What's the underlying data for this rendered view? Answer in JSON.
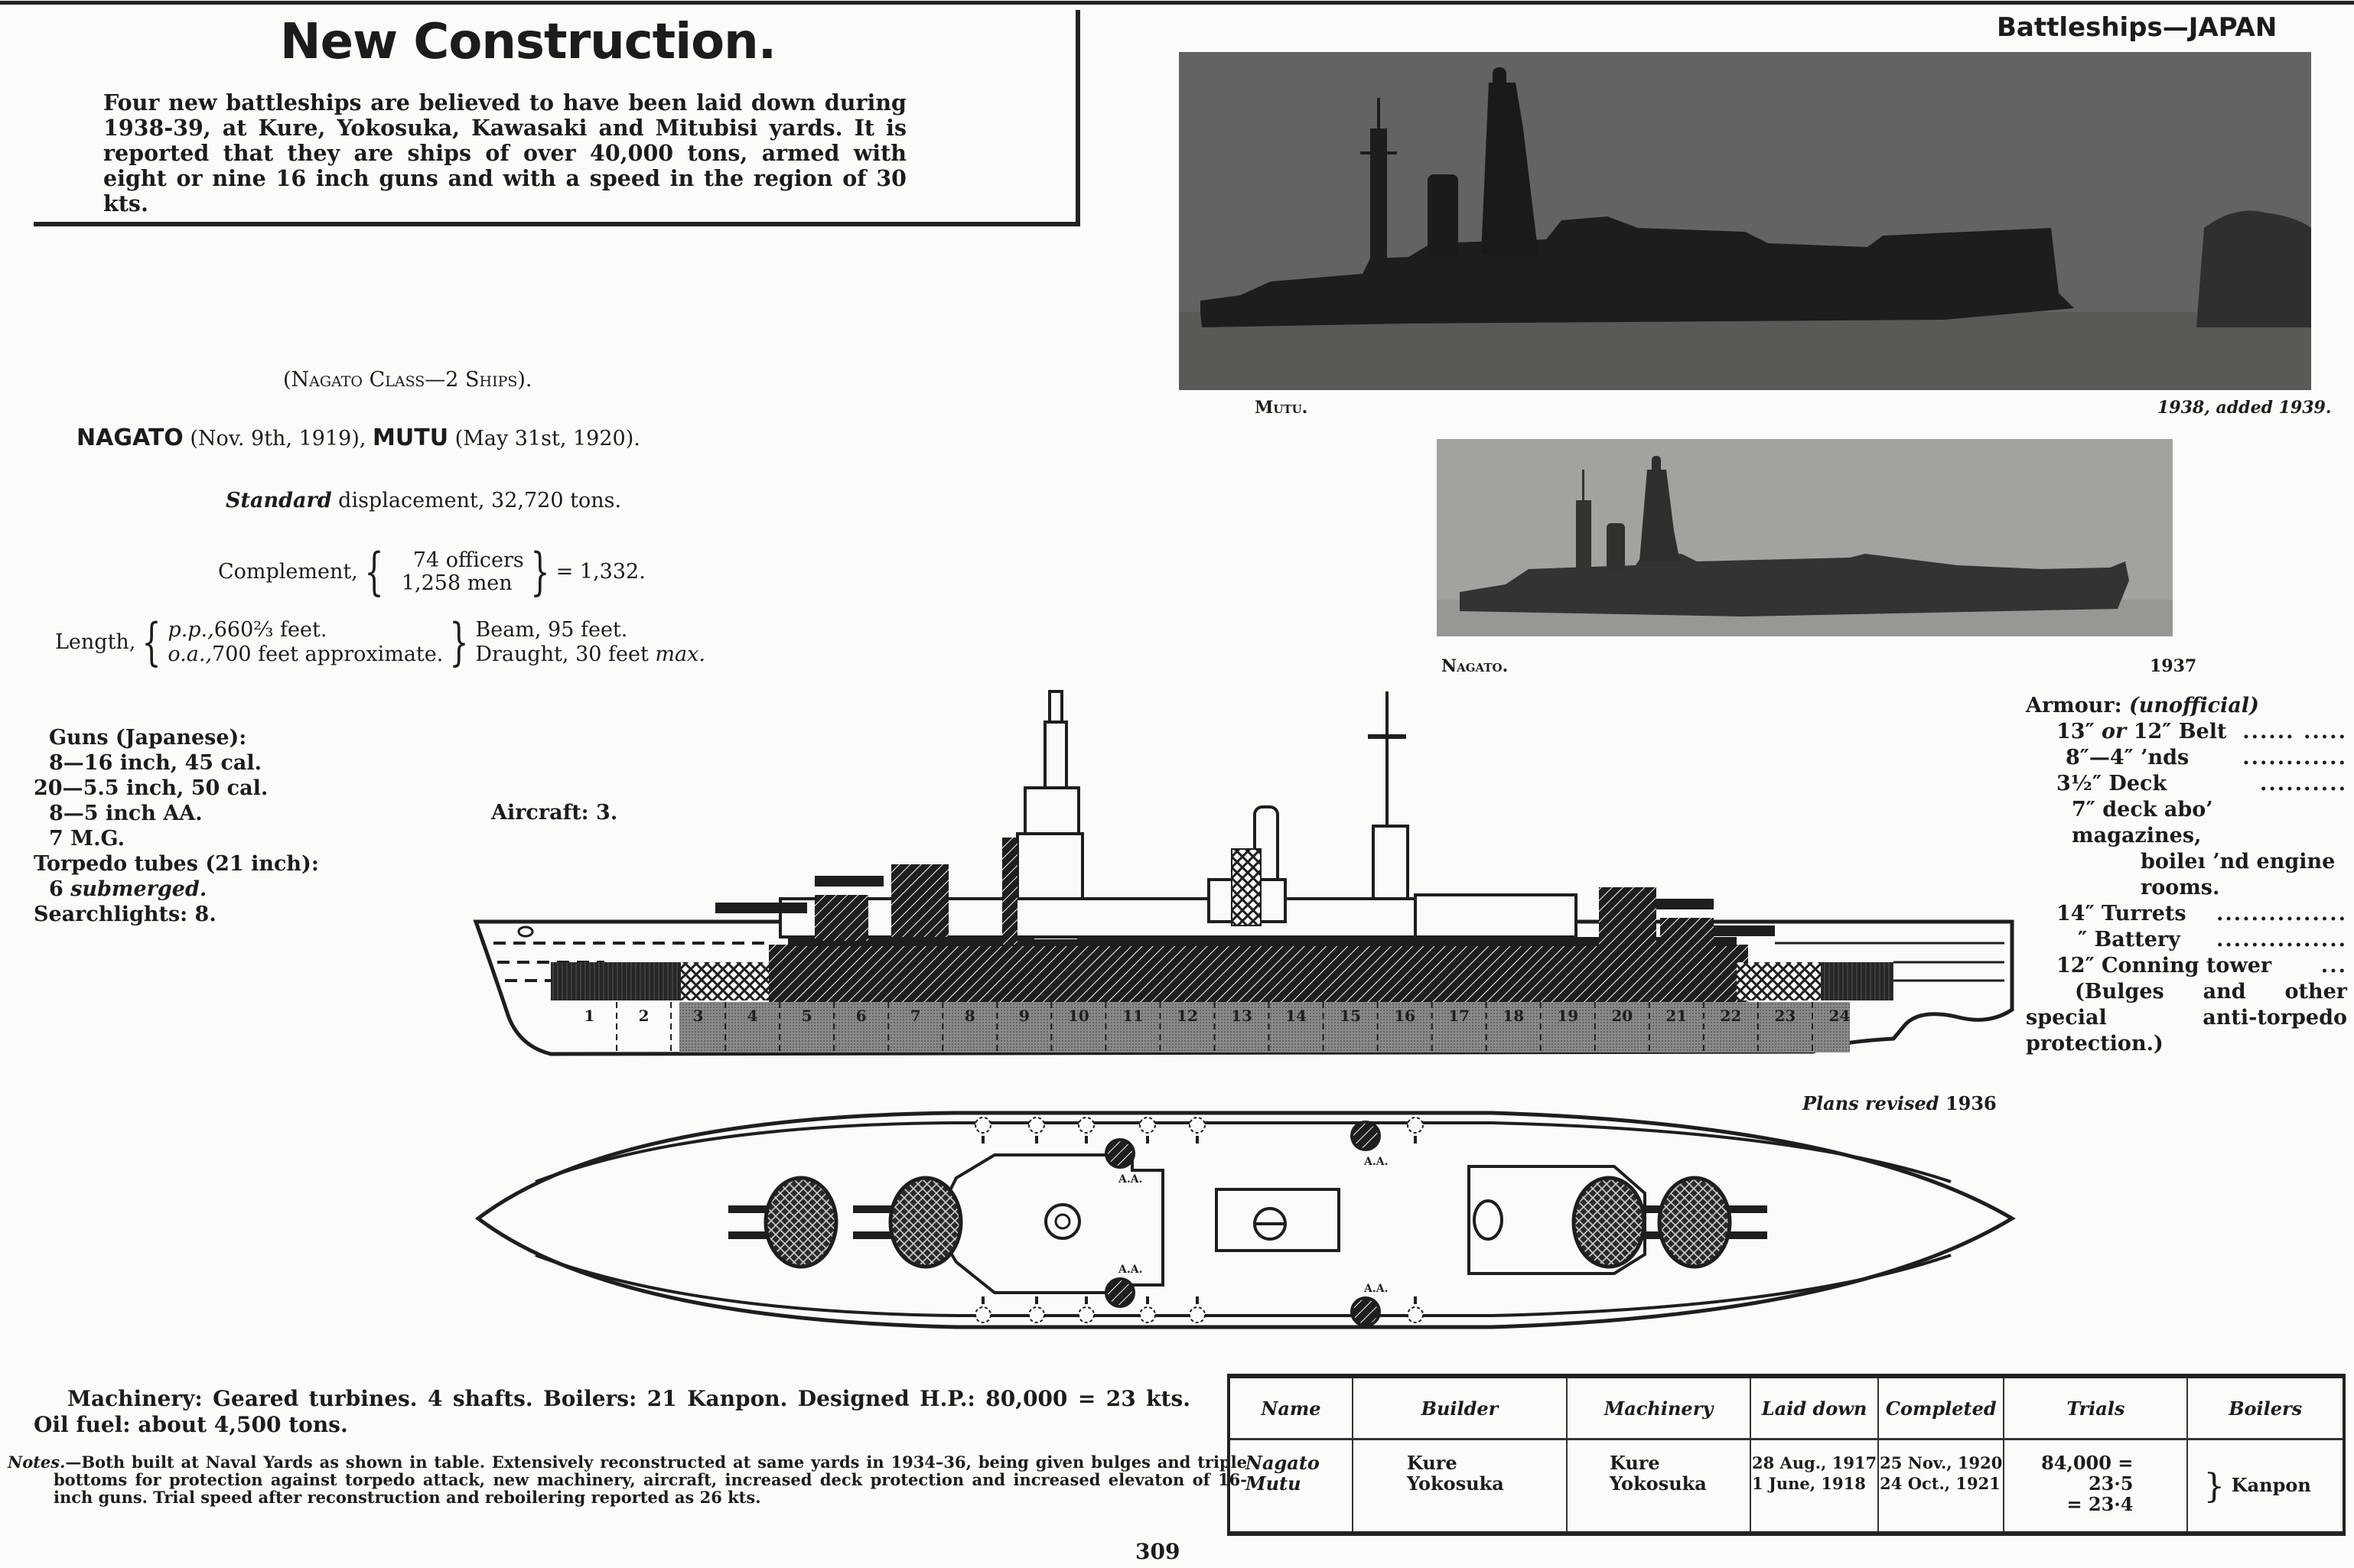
{
  "header": {
    "title": "New Construction.",
    "intro": "Four new battleships are believed to have been laid down during 1938-39, at Kure, Yokosuka, Kawasaki and Mitubisi yards.  It is reported that they are ships of over 40,000 tons, armed with eight or nine 16 inch guns and with a speed in the region of 30 kts.",
    "section": "Battleships—JAPAN"
  },
  "photos": [
    {
      "caption": "Mutu.",
      "credit": "1938, added 1939."
    },
    {
      "caption": "Nagato.",
      "credit": "1937"
    }
  ],
  "class_line": "(Nagato Class—2 Ships).",
  "ships": {
    "name1": "NAGATO",
    "date1": " (Nov. 9th, 1919), ",
    "name2": "MUTU",
    "date2": " (May 31st, 1920)."
  },
  "displacement": {
    "label": "Standard",
    "text": " displacement, 32,720 tons."
  },
  "complement": {
    "label": "Complement,",
    "officers": "74 officers",
    "men": "1,258 men",
    "total": "= 1,332."
  },
  "dimensions": {
    "length_label": "Length,",
    "pp_label": "p.p.,",
    "pp_value": "660⅔ feet.",
    "oa_label": "o.a.,",
    "oa_value": "700 feet approximate.",
    "beam": "Beam, 95 feet.",
    "draught": "Draught, 30 feet",
    "draught_suffix": "max."
  },
  "guns": {
    "heading": "Guns (Japanese):",
    "lines": [
      "8—16 inch, 45 cal.",
      "20—5.5 inch, 50 cal.",
      "8—5 inch AA.",
      "7 M.G."
    ],
    "torpedo_heading": "Torpedo tubes (21 inch):",
    "torpedo_count": "6",
    "torpedo_type": "submerged.",
    "searchlights": "Searchlights: 8."
  },
  "aircraft": "Aircraft: 3.",
  "armour": {
    "heading": "Armour:",
    "qualifier": "(unofficial)",
    "lines": [
      {
        "pre": "13″",
        "it": " or ",
        "post": "12″ Belt",
        "dots": "...... ....."
      },
      {
        "pre": "8″—4″",
        "it": "",
        "post": "  ’nds",
        "dots": "............"
      },
      {
        "pre": "3½″",
        "it": "",
        "post": " Deck",
        "dots": ".........."
      },
      {
        "pre": "7″",
        "it": "",
        "post": " deck abo’ magazines,",
        "dots": ""
      },
      {
        "pre": "",
        "it": "",
        "post": "boileı  ’nd engine",
        "dots": ""
      },
      {
        "pre": "",
        "it": "",
        "post": "rooms.",
        "dots": ""
      },
      {
        "pre": "14″",
        "it": "",
        "post": " Turrets",
        "dots": "..............."
      },
      {
        "pre": "″",
        "it": "",
        "post": " Battery",
        "dots": "..............."
      },
      {
        "pre": "12″",
        "it": "",
        "post": " Conning tower",
        "dots": "..."
      }
    ],
    "note": "(Bulges and other special anti-torpedo protection.)"
  },
  "plans_label": {
    "it": "Plans revised",
    "year": "1936"
  },
  "profile": {
    "sections": [
      "1",
      "2",
      "3",
      "4",
      "5",
      "6",
      "7",
      "8",
      "9",
      "10",
      "11",
      "12",
      "13",
      "14",
      "15",
      "16",
      "17",
      "18",
      "19",
      "20",
      "21",
      "22",
      "23",
      "24"
    ],
    "aa_label": "A.A."
  },
  "machinery": "Machinery: Geared turbines.  4 shafts.  Boilers: 21 Kanpon.  Designed H.P.: 80,000 = 23 kts.  Oil fuel: about 4,500 tons.",
  "notes": {
    "label": "Notes.",
    "text": "—Both built at Naval Yards as shown in table.  Extensively reconstructed at same yards in 1934–36, being given bulges and triple bottoms for protection against torpedo attack, new machinery, aircraft, increased deck protection and increased elevaton of 16-inch guns.  Trial speed after reconstruction and reboilering reported as 26 kts."
  },
  "table": {
    "headers": [
      "Name",
      "Builder",
      "Machinery",
      "Laid down",
      "Completed",
      "Trials",
      "Boilers"
    ],
    "rows": [
      [
        "Nagato",
        "Kure",
        "Kure",
        "28 Aug., 1917",
        "25 Nov., 1920",
        "84,000 = 23·5",
        ""
      ],
      [
        "Mutu",
        "Yokosuka",
        "Yokosuka",
        "1 June, 1918",
        "24 Oct., 1921",
        "= 23·4",
        ""
      ]
    ],
    "boilers_value": "Kanpon"
  },
  "page_number": "309"
}
